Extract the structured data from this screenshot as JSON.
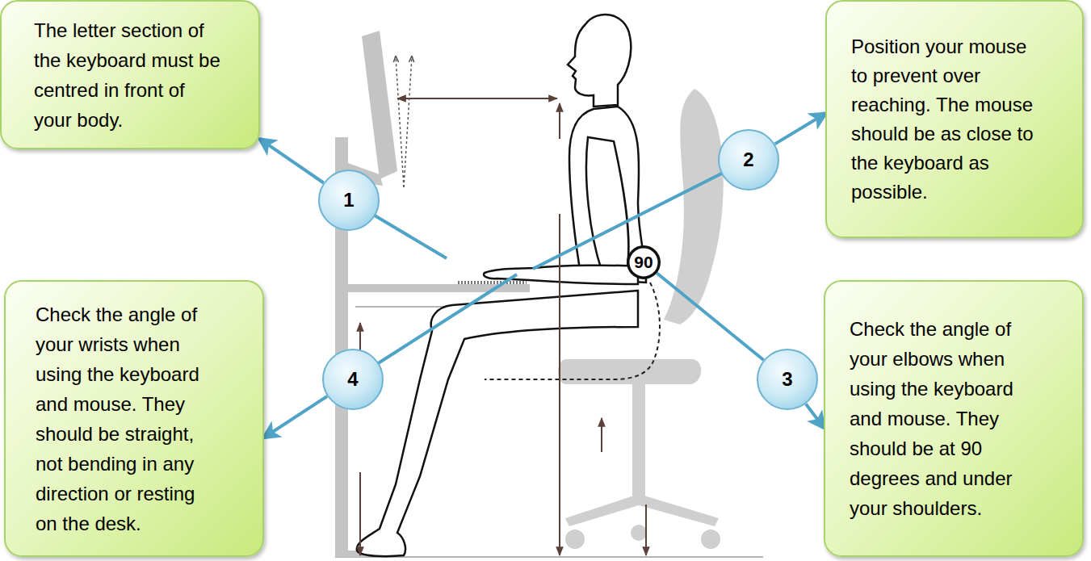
{
  "diagram": {
    "nodes": [
      {
        "text": [
          "The letter section of the keyboard must be centred in front of your body."
        ]
      },
      {
        "text": [
          "Position your mouse to prevent over reaching. The mouse should be as close to the keyboard as possible."
        ]
      },
      {
        "text": [
          "2"
        ]
      },
      {
        "text": [
          "1"
        ]
      },
      {
        "text": [
          "90"
        ]
      },
      {
        "text": [
          "Check the angle of your wrists when using the keyboard and mouse. They should be straight, not bending in any direction or resting on the desk."
        ]
      },
      {
        "text": [
          "Check the angle of your elbows when using the keyboard and mouse. They should be at 90 degrees and under your shoulders."
        ]
      },
      {
        "text": [
          "4"
        ]
      },
      {
        "text": [
          "3"
        ]
      }
    ],
    "edges": [
      {
        "from": 3,
        "to": 0,
        "arrow": "to"
      },
      {
        "from": 2,
        "to": 1,
        "arrow": "to"
      },
      {
        "from": 4,
        "to": 8,
        "arrow": "none"
      },
      {
        "from": 8,
        "to": 6,
        "arrow": "to"
      },
      {
        "from": 7,
        "to": 5,
        "arrow": "to"
      }
    ]
  }
}
